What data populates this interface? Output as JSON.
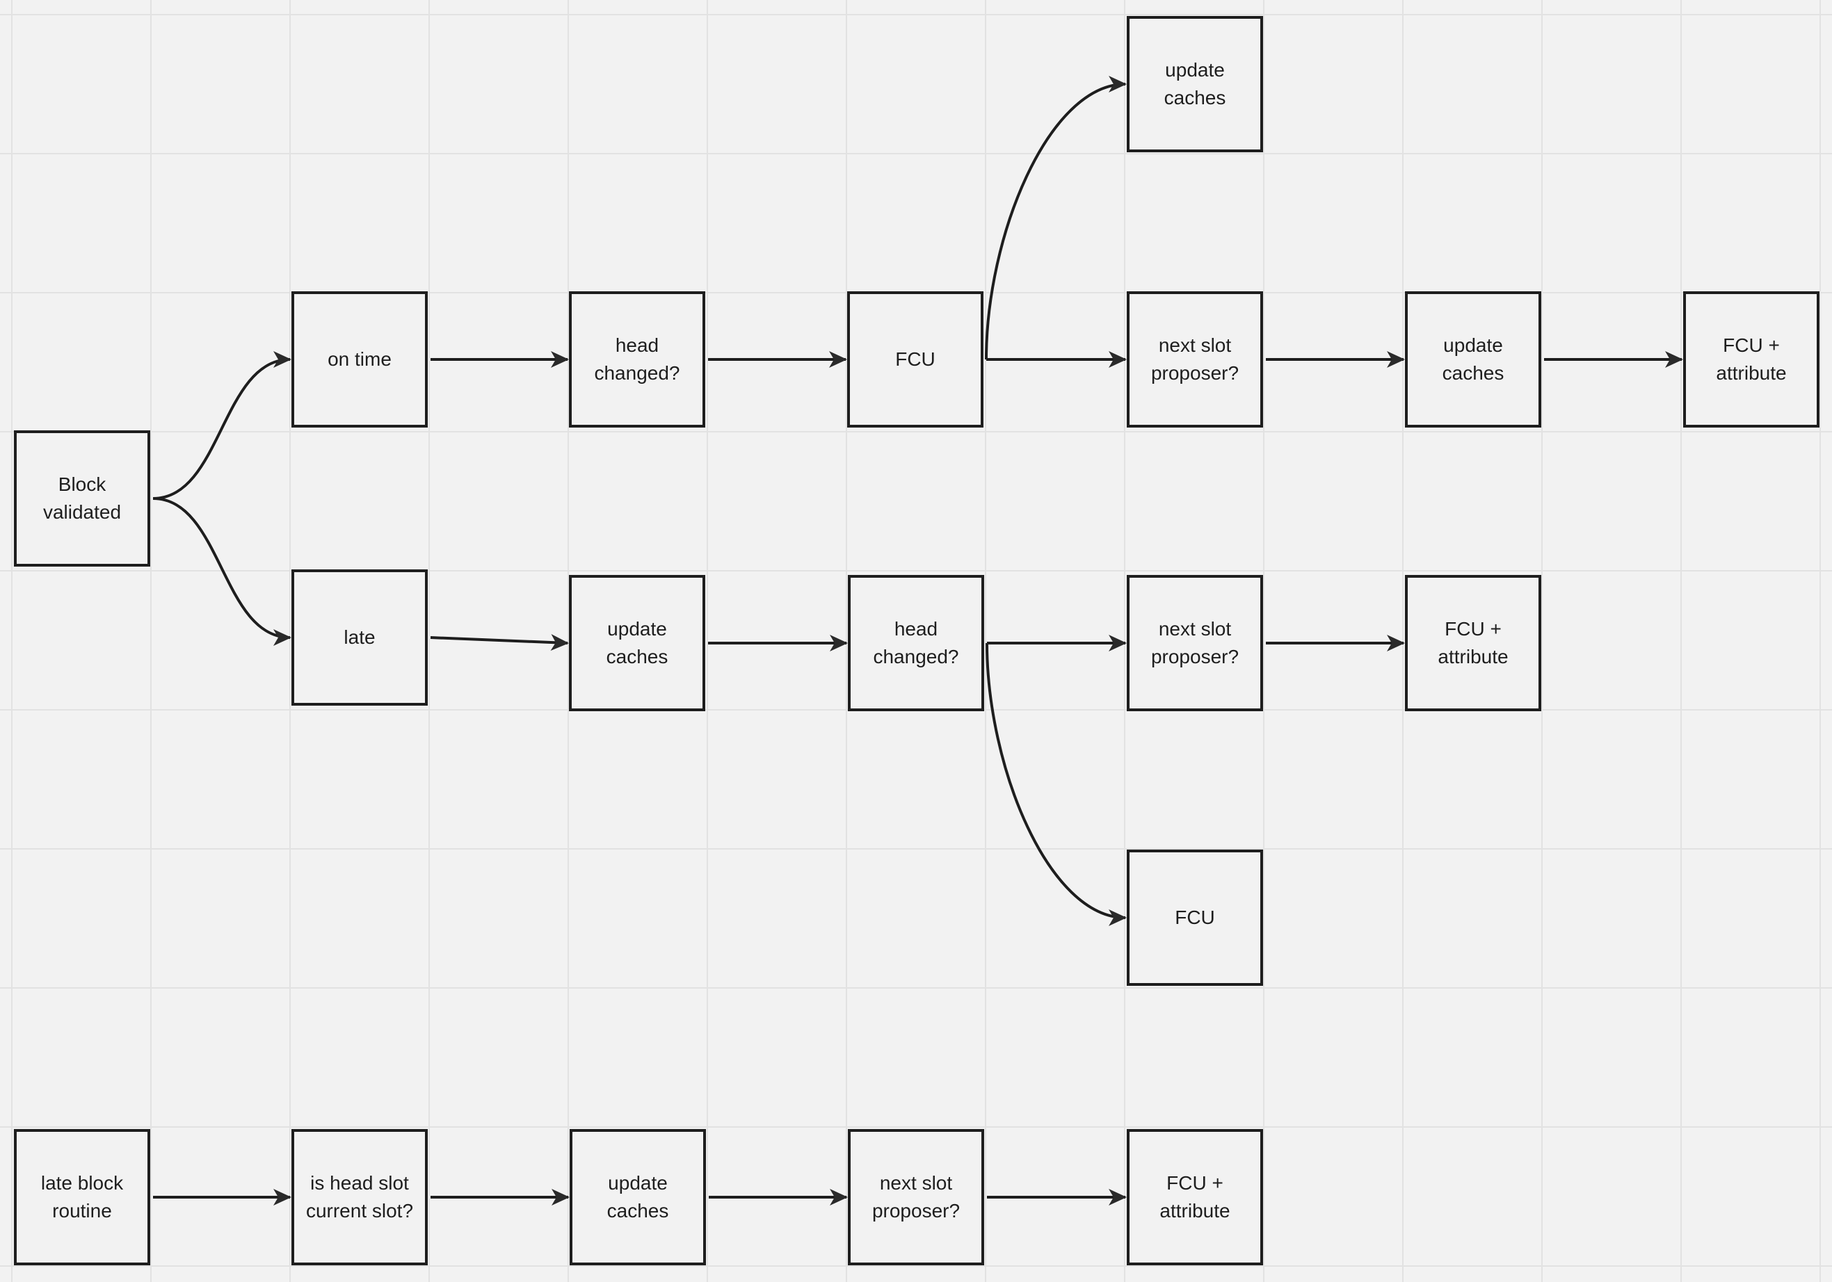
{
  "diagram": {
    "nodes": {
      "block_validated": "Block\nvalidated",
      "on_time": "on time",
      "late": "late",
      "on_time_head_changed": "head\nchanged?",
      "on_time_fcu": "FCU",
      "on_time_update_caches_top": "update\ncaches",
      "on_time_next_slot_proposer": "next slot\nproposer?",
      "on_time_update_caches": "update\ncaches",
      "on_time_fcu_attribute": "FCU +\nattribute",
      "late_update_caches": "update\ncaches",
      "late_head_changed": "head\nchanged?",
      "late_next_slot_proposer": "next slot\nproposer?",
      "late_fcu_attribute": "FCU +\nattribute",
      "late_fcu": "FCU",
      "late_block_routine": "late block\nroutine",
      "routine_is_head_slot_current": "is head slot\ncurrent slot?",
      "routine_update_caches": "update\ncaches",
      "routine_next_slot_proposer": "next slot\nproposer?",
      "routine_fcu_attribute": "FCU +\nattribute"
    },
    "edges": [
      [
        "block_validated",
        "on_time"
      ],
      [
        "block_validated",
        "late"
      ],
      [
        "on_time",
        "on_time_head_changed"
      ],
      [
        "on_time_head_changed",
        "on_time_fcu"
      ],
      [
        "on_time_fcu",
        "on_time_update_caches_top"
      ],
      [
        "on_time_fcu",
        "on_time_next_slot_proposer"
      ],
      [
        "on_time_next_slot_proposer",
        "on_time_update_caches"
      ],
      [
        "on_time_update_caches",
        "on_time_fcu_attribute"
      ],
      [
        "late",
        "late_update_caches"
      ],
      [
        "late_update_caches",
        "late_head_changed"
      ],
      [
        "late_head_changed",
        "late_next_slot_proposer"
      ],
      [
        "late_head_changed",
        "late_fcu"
      ],
      [
        "late_next_slot_proposer",
        "late_fcu_attribute"
      ],
      [
        "late_block_routine",
        "routine_is_head_slot_current"
      ],
      [
        "routine_is_head_slot_current",
        "routine_update_caches"
      ],
      [
        "routine_update_caches",
        "routine_next_slot_proposer"
      ],
      [
        "routine_next_slot_proposer",
        "routine_fcu_attribute"
      ]
    ],
    "colors": {
      "stroke": "#1e1e1e",
      "background": "#f2f2f2",
      "grid": "#e2e2e2"
    }
  }
}
